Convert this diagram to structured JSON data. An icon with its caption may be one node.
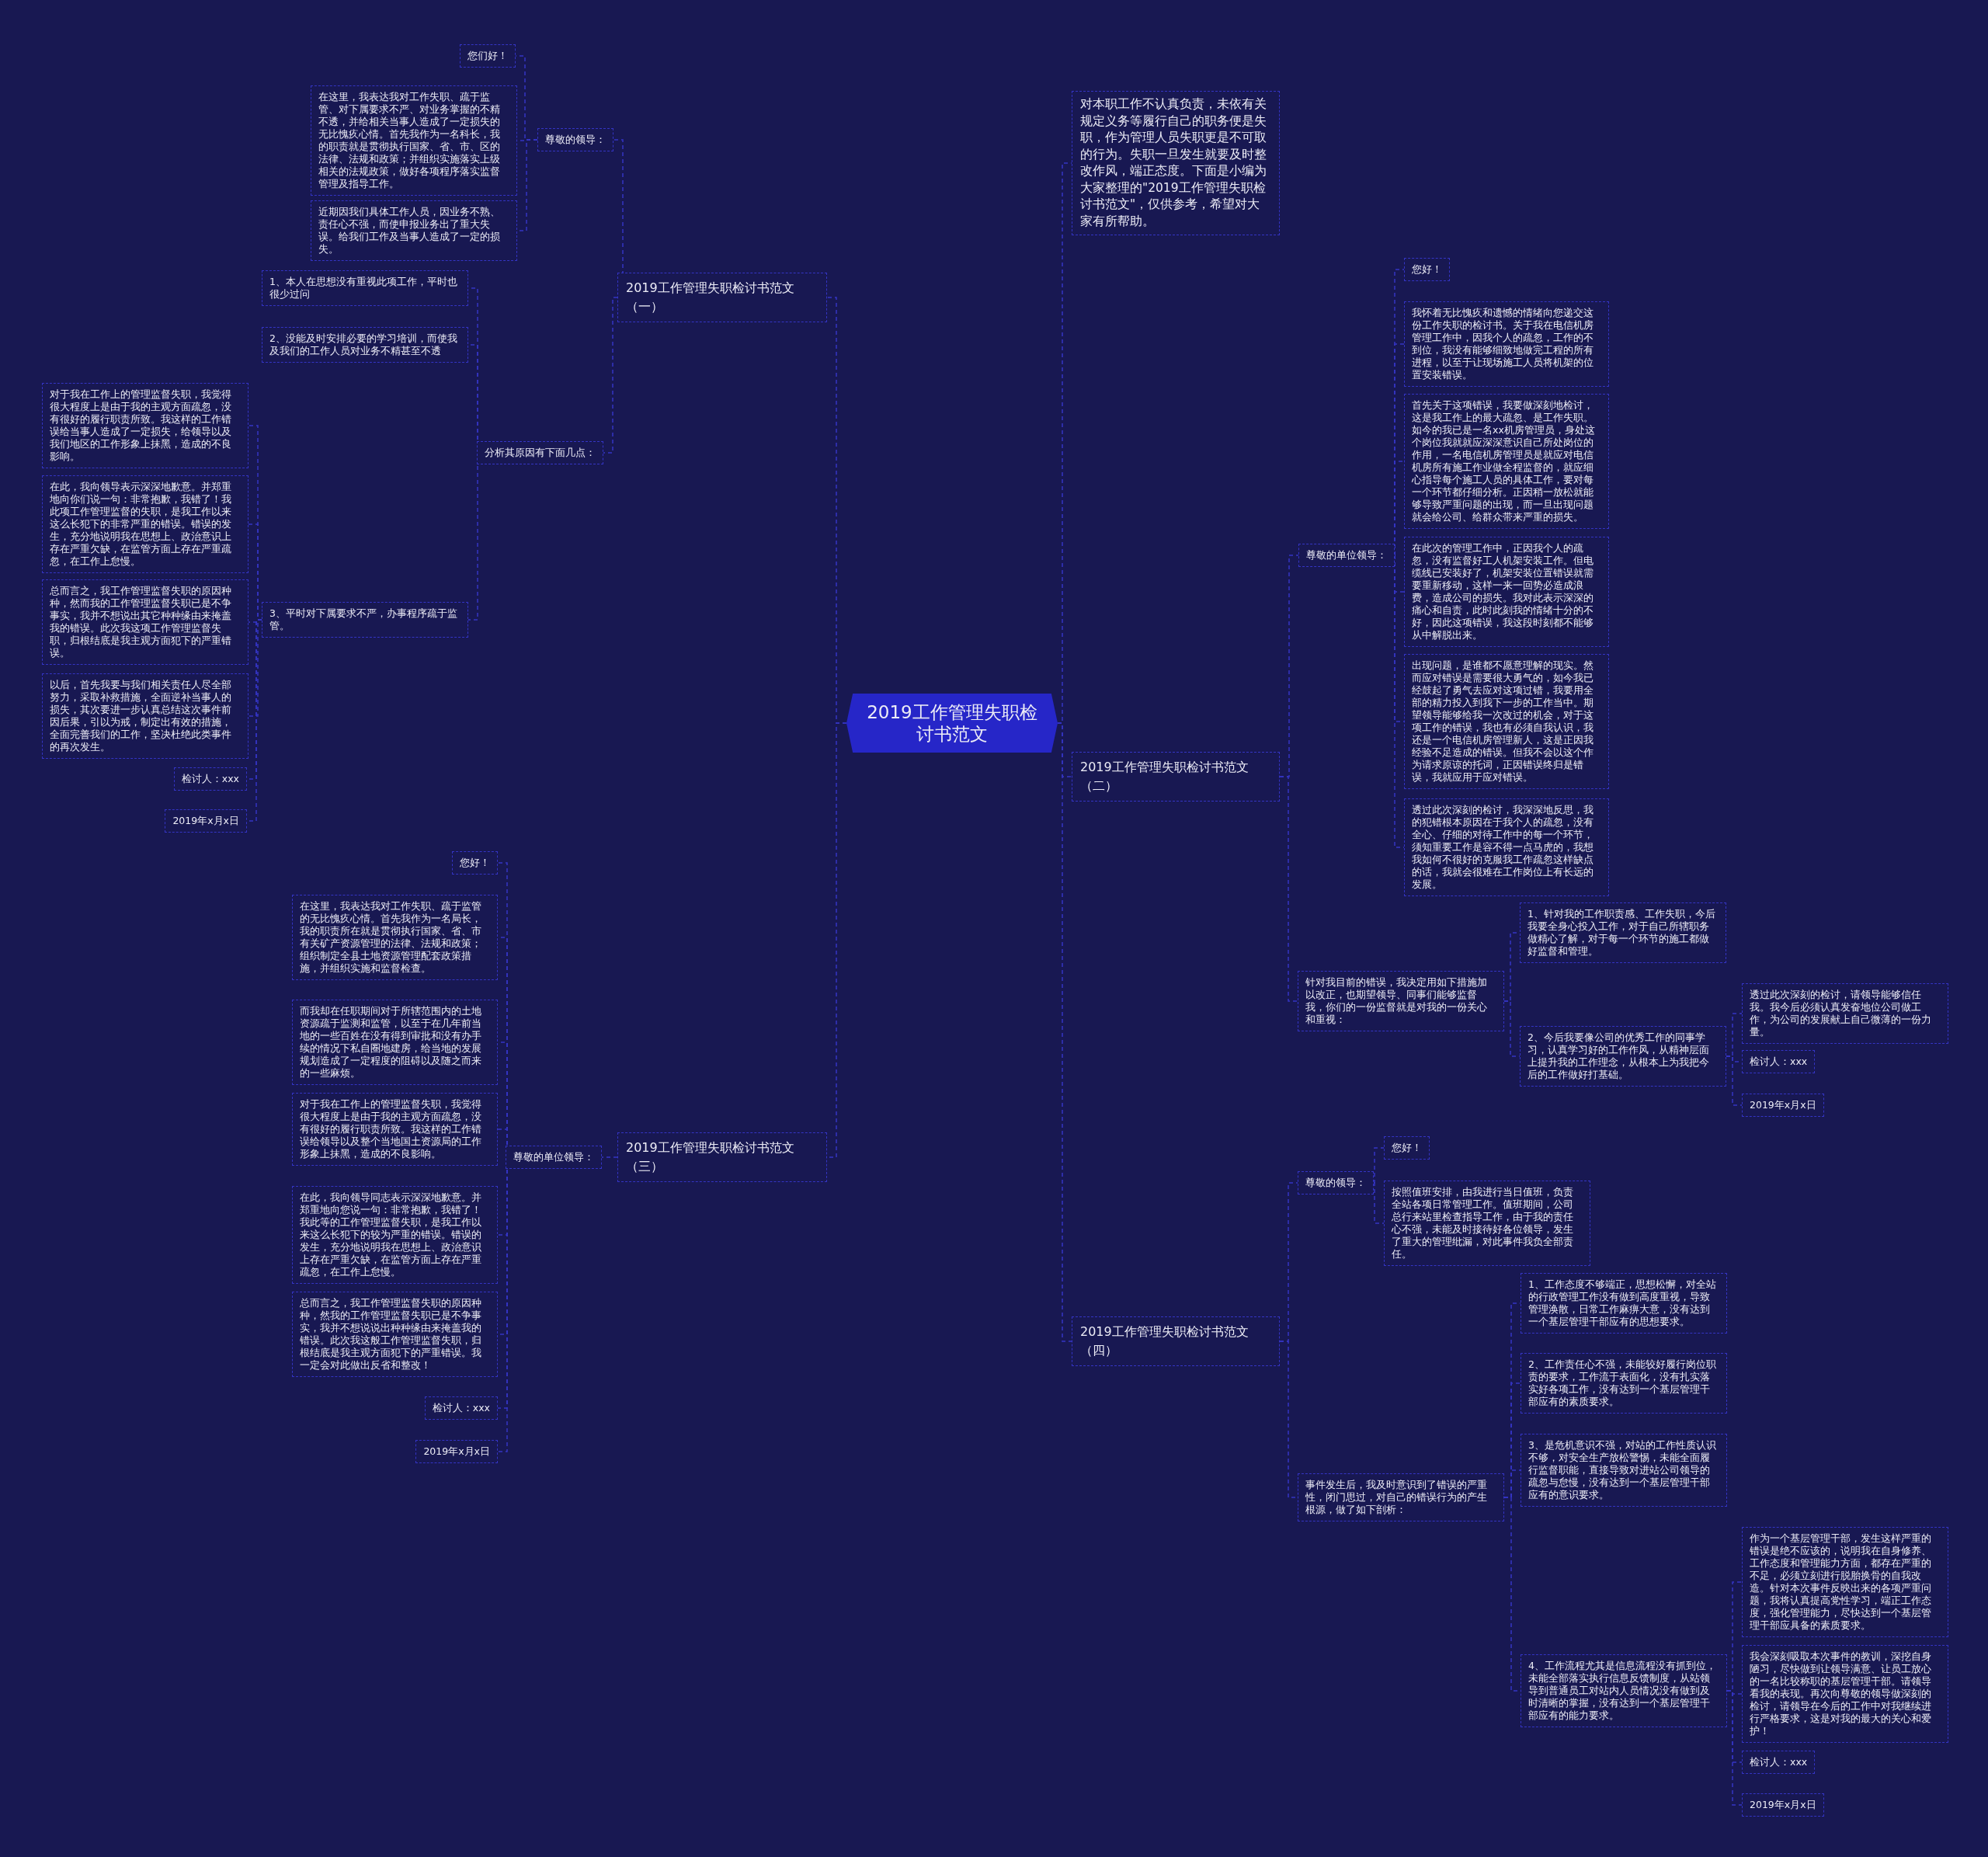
{
  "diagram": {
    "nodes": [
      {
        "text": [
          "2019工作管理失职检讨书范文"
        ]
      },
      {
        "text": [
          "2019工作管理失职检讨书范文（一）"
        ]
      },
      {
        "text": [
          "尊敬的领导："
        ]
      },
      {
        "text": [
          "您们好！"
        ]
      },
      {
        "text": [
          "在这里，我表达我对工作失职、疏于监管、对下属要求不严、对业务掌握的不精不透，并给相关当事人造成了一定损失的无比愧疚心情。首先我作为一名科长，我的职责就是贯彻执行国家、省、市、区的法律、法规和政策；并组织实施落实上级相关的法规政策，做好各项程序落实监督管理及指导工作。"
        ]
      },
      {
        "text": [
          "近期因我们具体工作人员，因业务不熟、责任心不强，而使申报业务出了重大失误。给我们工作及当事人造成了一定的损失。"
        ]
      },
      {
        "text": [
          "分析其原因有下面几点："
        ]
      },
      {
        "text": [
          "1、本人在思想没有重视此项工作，平时也很少过问"
        ]
      },
      {
        "text": [
          "2、没能及时安排必要的学习培训，而使我及我们的工作人员对业务不精甚至不透"
        ]
      },
      {
        "text": [
          "3、平时对下属要求不严，办事程序疏于监管。"
        ]
      },
      {
        "text": [
          "对于我在工作上的管理监督失职，我觉得很大程度上是由于我的主观方面疏忽，没有很好的履行职责所致。我这样的工作错误给当事人造成了一定损失，给领导以及我们地区的工作形象上抹黑，造成的不良影响。"
        ]
      },
      {
        "text": [
          "在此，我向领导表示深深地歉意。并郑重地向你们说一句：非常抱歉，我错了！我此项工作管理监督的失职，是我工作以来这么长犯下的非常严重的错误。错误的发生，充分地说明我在思想上、政治意识上存在严重欠缺，在监管方面上存在严重疏忽，在工作上怠慢。"
        ]
      },
      {
        "text": [
          "总而言之，我工作管理监督失职的原因种种，然而我的工作管理监督失职已是不争事实，我并不想说出其它种种缘由来掩盖我的错误。此次我这项工作管理监督失职，归根结底是我主观方面犯下的严重错误。"
        ]
      },
      {
        "text": [
          "以后，首先我要与我们相关责任人尽全部努力，采取补救措施，全面逆补当事人的损失，其次要进一步认真总结这次事件前因后果，引以为戒，制定出有效的措施，全面完善我们的工作，坚决杜绝此类事件的再次发生。"
        ]
      },
      {
        "text": [
          "检讨人：xxx"
        ]
      },
      {
        "text": [
          "2019年x月x日"
        ]
      },
      {
        "text": [
          "2019工作管理失职检讨书范文（三）"
        ]
      },
      {
        "text": [
          "尊敬的单位领导："
        ]
      },
      {
        "text": [
          "您好！"
        ]
      },
      {
        "text": [
          "在这里，我表达我对工作失职、疏于监管的无比愧疚心情。首先我作为一名局长，我的职责所在就是贯彻执行国家、省、市有关矿产资源管理的法律、法规和政策；组织制定全县土地资源管理配套政策措施，并组织实施和监督检查。"
        ]
      },
      {
        "text": [
          "而我却在任职期间对于所辖范围内的土地资源疏于监测和监管，以至于在几年前当地的一些百姓在没有得到审批和没有办手续的情况下私自圈地建房，给当地的发展规划造成了一定程度的阻碍以及随之而来的一些麻烦。"
        ]
      },
      {
        "text": [
          "对于我在工作上的管理监督失职，我觉得很大程度上是由于我的主观方面疏忽，没有很好的履行职责所致。我这样的工作错误给领导以及整个当地国土资源局的工作形象上抹黑，造成的不良影响。"
        ]
      },
      {
        "text": [
          "在此，我向领导同志表示深深地歉意。并郑重地向您说一句：非常抱歉，我错了！我此等的工作管理监督失职，是我工作以来这么长犯下的较为严重的错误。错误的发生，充分地说明我在思想上、政治意识上存在严重欠缺，在监管方面上存在严重疏忽，在工作上怠慢。"
        ]
      },
      {
        "text": [
          "总而言之，我工作管理监督失职的原因种种，然我的工作管理监督失职已是不争事实，我并不想说说出种种缘由来掩盖我的错误。此次我这般工作管理监督失职，归根结底是我主观方面犯下的严重错误。我一定会对此做出反省和整改！"
        ]
      },
      {
        "text": [
          "检讨人：xxx"
        ]
      },
      {
        "text": [
          "2019年x月x日"
        ]
      },
      {
        "text": [
          "对本职工作不认真负责，未依有关规定义务等履行自己的职务便是失职，作为管理人员失职更是不可取的行为。失职一旦发生就要及时整改作风，端正态度。下面是小编为大家整理的\"2019工作管理失职检讨书范文\"，仅供参考，希望对大家有所帮助。"
        ]
      },
      {
        "text": [
          "2019工作管理失职检讨书范文（二）"
        ]
      },
      {
        "text": [
          "尊敬的单位领导："
        ]
      },
      {
        "text": [
          "您好！"
        ]
      },
      {
        "text": [
          "我怀着无比愧疚和遗憾的情绪向您递交这份工作失职的检讨书。关于我在电信机房管理工作中，因我个人的疏忽，工作的不到位，我没有能够细致地做完工程的所有进程，以至于让现场施工人员将机架的位置安装错误。"
        ]
      },
      {
        "text": [
          "首先关于这项错误，我要做深刻地检讨，这是我工作上的最大疏忽、是工作失职。如今的我已是一名xx机房管理员，身处这个岗位我就就应深深意识自己所处岗位的作用，一名电信机房管理员是就应对电信机房所有施工作业做全程监督的，就应细心指导每个施工人员的具体工作，要对每一个环节都仔细分析。正因稍一放松就能够导致严重问题的出现，而一旦出现问题就会给公司、给群众带来严重的损失。"
        ]
      },
      {
        "text": [
          "在此次的管理工作中，正因我个人的疏忽，没有监督好工人机架安装工作。但电缆线已安装好了，机架安装位置错误就需要重新移动，这样一来一回势必造成浪费，造成公司的损失。我对此表示深深的痛心和自责，此时此刻我的情绪十分的不好，因此这项错误，我这段时刻都不能够从中解脱出来。"
        ]
      },
      {
        "text": [
          "出现问题，是谁都不愿意理解的现实。然而应对错误是需要很大勇气的，如今我已经鼓起了勇气去应对这项过错，我要用全部的精力投入到我下一步的工作当中。期望领导能够给我一次改过的机会，对于这项工作的错误，我也有必须自我认识，我还是一个电信机房管理新人，这是正因我经验不足造成的错误。但我不会以这个作为请求原谅的托词，正因错误终归是错误，我就应用于应对错误。"
        ]
      },
      {
        "text": [
          "透过此次深刻的检讨，我深深地反思，我的犯错根本原因在于我个人的疏忽，没有全心、仔细的对待工作中的每一个环节，须知重要工作是容不得一点马虎的，我想我如何不很好的克服我工作疏忽这样缺点的话，我就会很难在工作岗位上有长远的发展。"
        ]
      },
      {
        "text": [
          "针对我目前的错误，我决定用如下措施加以改正，也期望领导、同事们能够监督我，你们的一份监督就是对我的一份关心和重视："
        ]
      },
      {
        "text": [
          "1、针对我的工作职责感、工作失职，今后我要全身心投入工作，对于自己所辖职务做精心了解，对于每一个环节的施工都做好监督和管理。"
        ]
      },
      {
        "text": [
          "2、今后我要像公司的优秀工作的同事学习，认真学习好的工作作风，从精神层面上提升我的工作理念，从根本上为我把今后的工作做好打基础。"
        ]
      },
      {
        "text": [
          "透过此次深刻的检讨，请领导能够信任我。我今后必须认真发奋地位公司做工作，为公司的发展献上自己微薄的一份力量。"
        ]
      },
      {
        "text": [
          "检讨人：xxx"
        ]
      },
      {
        "text": [
          "2019年x月x日"
        ]
      },
      {
        "text": [
          "2019工作管理失职检讨书范文（四）"
        ]
      },
      {
        "text": [
          "尊敬的领导："
        ]
      },
      {
        "text": [
          "您好！"
        ]
      },
      {
        "text": [
          "按照值班安排，由我进行当日值班，负责全站各项日常管理工作。值班期间，公司总行来站里检查指导工作，由于我的责任心不强，未能及时接待好各位领导，发生了重大的管理纰漏，对此事件我负全部责任。"
        ]
      },
      {
        "text": [
          "事件发生后，我及时意识到了错误的严重性，闭门思过，对自己的错误行为的产生根源，做了如下剖析："
        ]
      },
      {
        "text": [
          "1、工作态度不够端正，思想松懈，对全站的行政管理工作没有做到高度重视，导致管理涣散，日常工作麻痹大意，没有达到一个基层管理干部应有的思想要求。"
        ]
      },
      {
        "text": [
          "2、工作责任心不强，未能较好履行岗位职责的要求，工作流于表面化，没有扎实落实好各项工作，没有达到一个基层管理干部应有的素质要求。"
        ]
      },
      {
        "text": [
          "3、是危机意识不强，对站的工作性质认识不够，对安全生产放松警惕，未能全面履行监督职能，直接导致对进站公司领导的疏忽与怠慢，没有达到一个基层管理干部应有的意识要求。"
        ]
      },
      {
        "text": [
          "4、工作流程尤其是信息流程没有抓到位，未能全部落实执行信息反馈制度，从站领导到普通员工对站内人员情况没有做到及时清晰的掌握，没有达到一个基层管理干部应有的能力要求。"
        ]
      },
      {
        "text": [
          "作为一个基层管理干部，发生这样严重的错误是绝不应该的，说明我在自身修养、工作态度和管理能力方面，都存在严重的不足，必须立刻进行脱胎换骨的自我改造。针对本次事件反映出来的各项严重问题，我将认真提高党性学习，端正工作态度，强化管理能力，尽快达到一个基层管理干部应具备的素质要求。"
        ]
      },
      {
        "text": [
          "我会深刻吸取本次事件的教训，深挖自身陋习，尽快做到让领导满意、让员工放心的一名比较称职的基层管理干部。请领导看我的表现。再次向尊敬的领导做深刻的检讨，请领导在今后的工作中对我继续进行严格要求，这是对我的最大的关心和爱护！"
        ]
      },
      {
        "text": [
          "检讨人：xxx"
        ]
      },
      {
        "text": [
          "2019年x月x日"
        ]
      }
    ],
    "edges": [
      {
        "from": 0,
        "to": 1,
        "arrow": "none"
      },
      {
        "from": 1,
        "to": 2,
        "arrow": "none"
      },
      {
        "from": 2,
        "to": 3,
        "arrow": "none"
      },
      {
        "from": 2,
        "to": 4,
        "arrow": "none"
      },
      {
        "from": 2,
        "to": 5,
        "arrow": "none"
      },
      {
        "from": 1,
        "to": 6,
        "arrow": "none"
      },
      {
        "from": 6,
        "to": 7,
        "arrow": "none"
      },
      {
        "from": 6,
        "to": 8,
        "arrow": "none"
      },
      {
        "from": 6,
        "to": 9,
        "arrow": "none"
      },
      {
        "from": 9,
        "to": 10,
        "arrow": "none"
      },
      {
        "from": 9,
        "to": 11,
        "arrow": "none"
      },
      {
        "from": 9,
        "to": 12,
        "arrow": "none"
      },
      {
        "from": 9,
        "to": 13,
        "arrow": "none"
      },
      {
        "from": 9,
        "to": 14,
        "arrow": "none"
      },
      {
        "from": 9,
        "to": 15,
        "arrow": "none"
      },
      {
        "from": 0,
        "to": 16,
        "arrow": "none"
      },
      {
        "from": 16,
        "to": 17,
        "arrow": "none"
      },
      {
        "from": 17,
        "to": 18,
        "arrow": "none"
      },
      {
        "from": 17,
        "to": 19,
        "arrow": "none"
      },
      {
        "from": 17,
        "to": 20,
        "arrow": "none"
      },
      {
        "from": 17,
        "to": 21,
        "arrow": "none"
      },
      {
        "from": 17,
        "to": 22,
        "arrow": "none"
      },
      {
        "from": 17,
        "to": 23,
        "arrow": "none"
      },
      {
        "from": 17,
        "to": 24,
        "arrow": "none"
      },
      {
        "from": 17,
        "to": 25,
        "arrow": "none"
      },
      {
        "from": 0,
        "to": 26,
        "arrow": "none"
      },
      {
        "from": 0,
        "to": 27,
        "arrow": "none"
      },
      {
        "from": 27,
        "to": 28,
        "arrow": "none"
      },
      {
        "from": 28,
        "to": 29,
        "arrow": "none"
      },
      {
        "from": 28,
        "to": 30,
        "arrow": "none"
      },
      {
        "from": 28,
        "to": 31,
        "arrow": "none"
      },
      {
        "from": 28,
        "to": 32,
        "arrow": "none"
      },
      {
        "from": 28,
        "to": 33,
        "arrow": "none"
      },
      {
        "from": 28,
        "to": 34,
        "arrow": "none"
      },
      {
        "from": 27,
        "to": 35,
        "arrow": "none"
      },
      {
        "from": 35,
        "to": 36,
        "arrow": "none"
      },
      {
        "from": 35,
        "to": 37,
        "arrow": "none"
      },
      {
        "from": 37,
        "to": 38,
        "arrow": "none"
      },
      {
        "from": 37,
        "to": 39,
        "arrow": "none"
      },
      {
        "from": 37,
        "to": 40,
        "arrow": "none"
      },
      {
        "from": 0,
        "to": 41,
        "arrow": "none"
      },
      {
        "from": 41,
        "to": 42,
        "arrow": "none"
      },
      {
        "from": 42,
        "to": 43,
        "arrow": "none"
      },
      {
        "from": 42,
        "to": 44,
        "arrow": "none"
      },
      {
        "from": 41,
        "to": 45,
        "arrow": "none"
      },
      {
        "from": 45,
        "to": 46,
        "arrow": "none"
      },
      {
        "from": 45,
        "to": 47,
        "arrow": "none"
      },
      {
        "from": 45,
        "to": 48,
        "arrow": "none"
      },
      {
        "from": 45,
        "to": 49,
        "arrow": "none"
      },
      {
        "from": 49,
        "to": 50,
        "arrow": "none"
      },
      {
        "from": 49,
        "to": 51,
        "arrow": "none"
      },
      {
        "from": 49,
        "to": 52,
        "arrow": "none"
      },
      {
        "from": 49,
        "to": 53,
        "arrow": "none"
      }
    ]
  }
}
